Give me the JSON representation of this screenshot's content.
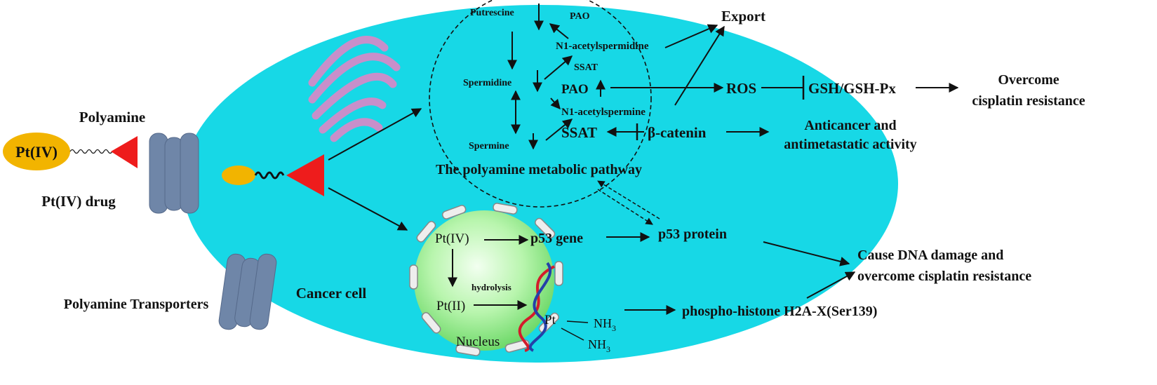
{
  "labels": {
    "polyamine": "Polyamine",
    "pt4_tag": "Pt(IV)",
    "pt4_drug": "Pt(IV) drug",
    "transporters": "Polyamine Transporters",
    "cancer_cell": "Cancer cell",
    "putrescine": "Putrescine",
    "pao_top": "PAO",
    "n1_acetylspermidine": "N1-acetylspermidine",
    "ssat_top": "SSAT",
    "spermidine": "Spermidine",
    "pao_mid": "PAO",
    "n1_acetylspermine": "N1-acetylspermine",
    "spermine": "Spermine",
    "ssat_mid": "SSAT",
    "pathway": "The polyamine metabolic pathway",
    "export": "Export",
    "ros": "ROS",
    "gsh": "GSH/GSH-Px",
    "overcome_1": "Overcome",
    "overcome_2": "cisplatin  resistance",
    "beta_catenin": "β-catenin",
    "anticancer_1": "Anticancer and",
    "anticancer_2": "antimetastatic activity",
    "nuc_pt4": "Pt(IV)",
    "p53_gene": "p53 gene",
    "p53_protein": "p53 protein",
    "hydrolysis": "hydrolysis",
    "nuc_pt2": "Pt(II)",
    "pt_bound": "Pt",
    "nh3_a": "NH",
    "nh3_b": "NH",
    "sub3": "3",
    "nucleus": "Nucleus",
    "histone": "phospho-histone H2A-X(Ser139)",
    "dna_1": "Cause DNA damage and",
    "dna_2": "overcome cisplatin resistance"
  },
  "colors": {
    "cell": "#17d8e6",
    "transporter": "#6f86a8",
    "drug_body": "#f2b400",
    "drug_head": "#ee1c1c",
    "golgi": "#c88fca",
    "nucleus_fill": "#b9f5b0",
    "dna_red": "#d31c2b",
    "dna_blue": "#2440a8"
  }
}
